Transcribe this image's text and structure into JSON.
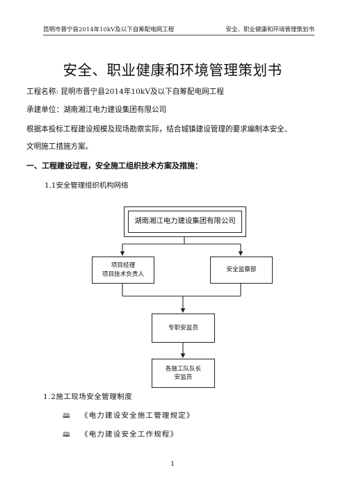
{
  "header": {
    "left": "昆明市晋宁县2014年10kV及以下自筹配电网工程",
    "right": "安全、职业健康和环境管理策划书"
  },
  "title": "安全、职业健康和环境管理策划书",
  "project_line": "工程名称: 昆明市晋宁县2014年10kV及以下自筹配电网工程",
  "unit_line": "承建单位：湖南湘江电力建设集团有限公司",
  "basis_line1": "根据本投标工程建设规模及现场勘察实际，结合城镇建设管理的要求编制本安全、",
  "basis_line2": "文明施工措施方案。",
  "section1": "一、工程建设过程，安全施工组织技术方案及措施：",
  "subsection1": "1.1安全管理组织机构网络",
  "org_chart": {
    "top": "湖南湘江电力建设集团有限公司",
    "project_manager_line1": "项目经理",
    "project_manager_line2": "项目技术负责人",
    "supervision": "安全监察部",
    "safety_officer": "专职安监员",
    "team_leader_line1": "各施工队队长",
    "team_leader_line2": "安监员"
  },
  "subsection2": "1.2施工现场安全管理制度",
  "regulations": [
    {
      "bullet": "🕮",
      "text": "《电力建设安全施工管理规定》"
    },
    {
      "bullet": "🕮",
      "text": "《电力建设安全工作规程》"
    }
  ],
  "page_number": "1"
}
